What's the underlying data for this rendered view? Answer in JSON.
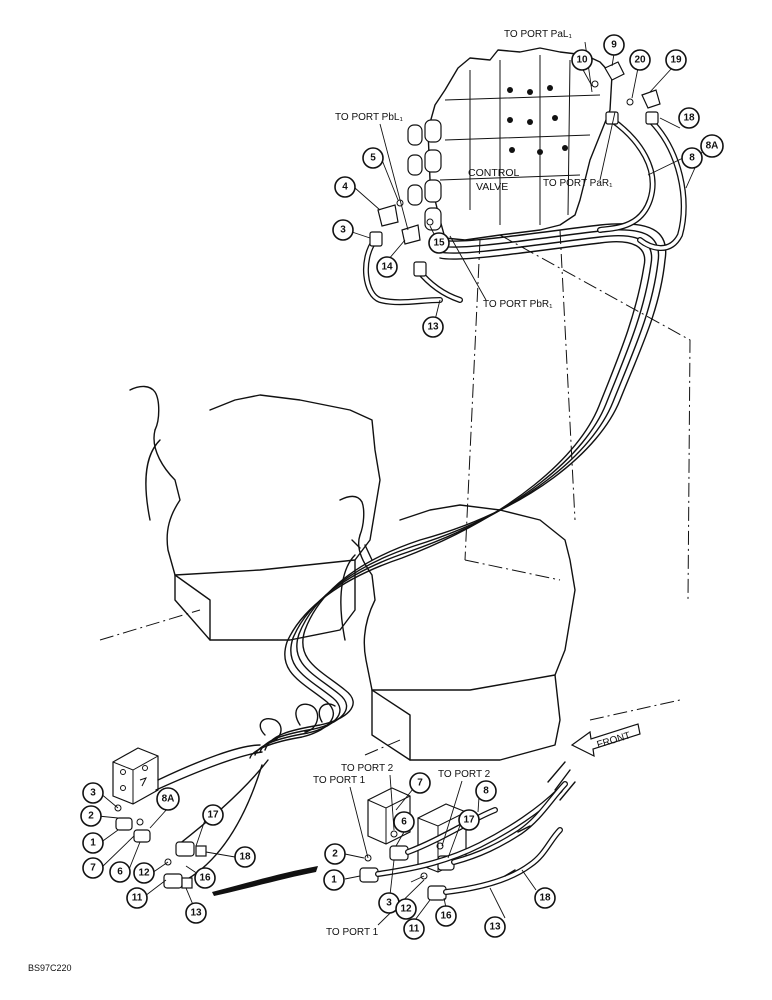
{
  "control_valve": {
    "line1": "CONTROL",
    "line2": "VALVE"
  },
  "port_labels": {
    "pal1": "TO PORT PaL₁",
    "pbl1": "TO PORT PbL₁",
    "par1": "TO PORT PaR₁",
    "pbr1": "TO PORT PbR₁",
    "port1_a": "TO PORT 1",
    "port2_a": "TO PORT 2",
    "port2_b": "TO PORT 2",
    "port1_b": "TO PORT 1"
  },
  "front_label": "FRONT",
  "reference_code": "BS97C220",
  "callouts": {
    "c10": "10",
    "c9": "9",
    "c20": "20",
    "c19": "19",
    "c18_top": "18",
    "c8a_top": "8A",
    "c8_top": "8",
    "c5": "5",
    "c4": "4",
    "c3_top": "3",
    "c14": "14",
    "c15": "15",
    "c13_top": "13",
    "c3_l": "3",
    "c2_l": "2",
    "c1_l": "1",
    "c7_l": "7",
    "c6_l": "6",
    "c8a_l": "8A",
    "c12_l": "12",
    "c11_l": "11",
    "c17_l": "17",
    "c16_l": "16",
    "c18_l": "18",
    "c13_l": "13",
    "c7_r": "7",
    "c6_r": "6",
    "c2_r": "2",
    "c1_r": "1",
    "c3_r": "3",
    "c12_r": "12",
    "c11_r": "11",
    "c16_r": "16",
    "c17_r": "17",
    "c8_r": "8",
    "c13_r": "13",
    "c18_r": "18"
  }
}
